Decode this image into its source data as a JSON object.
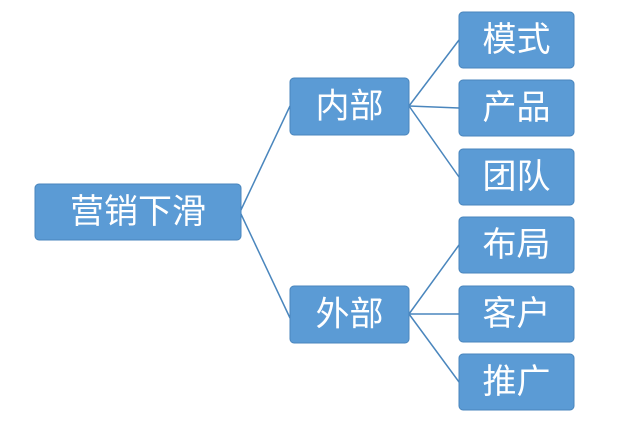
{
  "diagram": {
    "root": {
      "label": "营销下滑"
    },
    "branches": [
      {
        "label": "内部",
        "children": [
          {
            "label": "模式"
          },
          {
            "label": "产品"
          },
          {
            "label": "团队"
          }
        ]
      },
      {
        "label": "外部",
        "children": [
          {
            "label": "布局"
          },
          {
            "label": "客户"
          },
          {
            "label": "推广"
          }
        ]
      }
    ]
  },
  "colors": {
    "node_fill": "#5b9bd5",
    "node_stroke": "#4a86bd",
    "connector": "#4a86bd",
    "text": "#ffffff"
  }
}
